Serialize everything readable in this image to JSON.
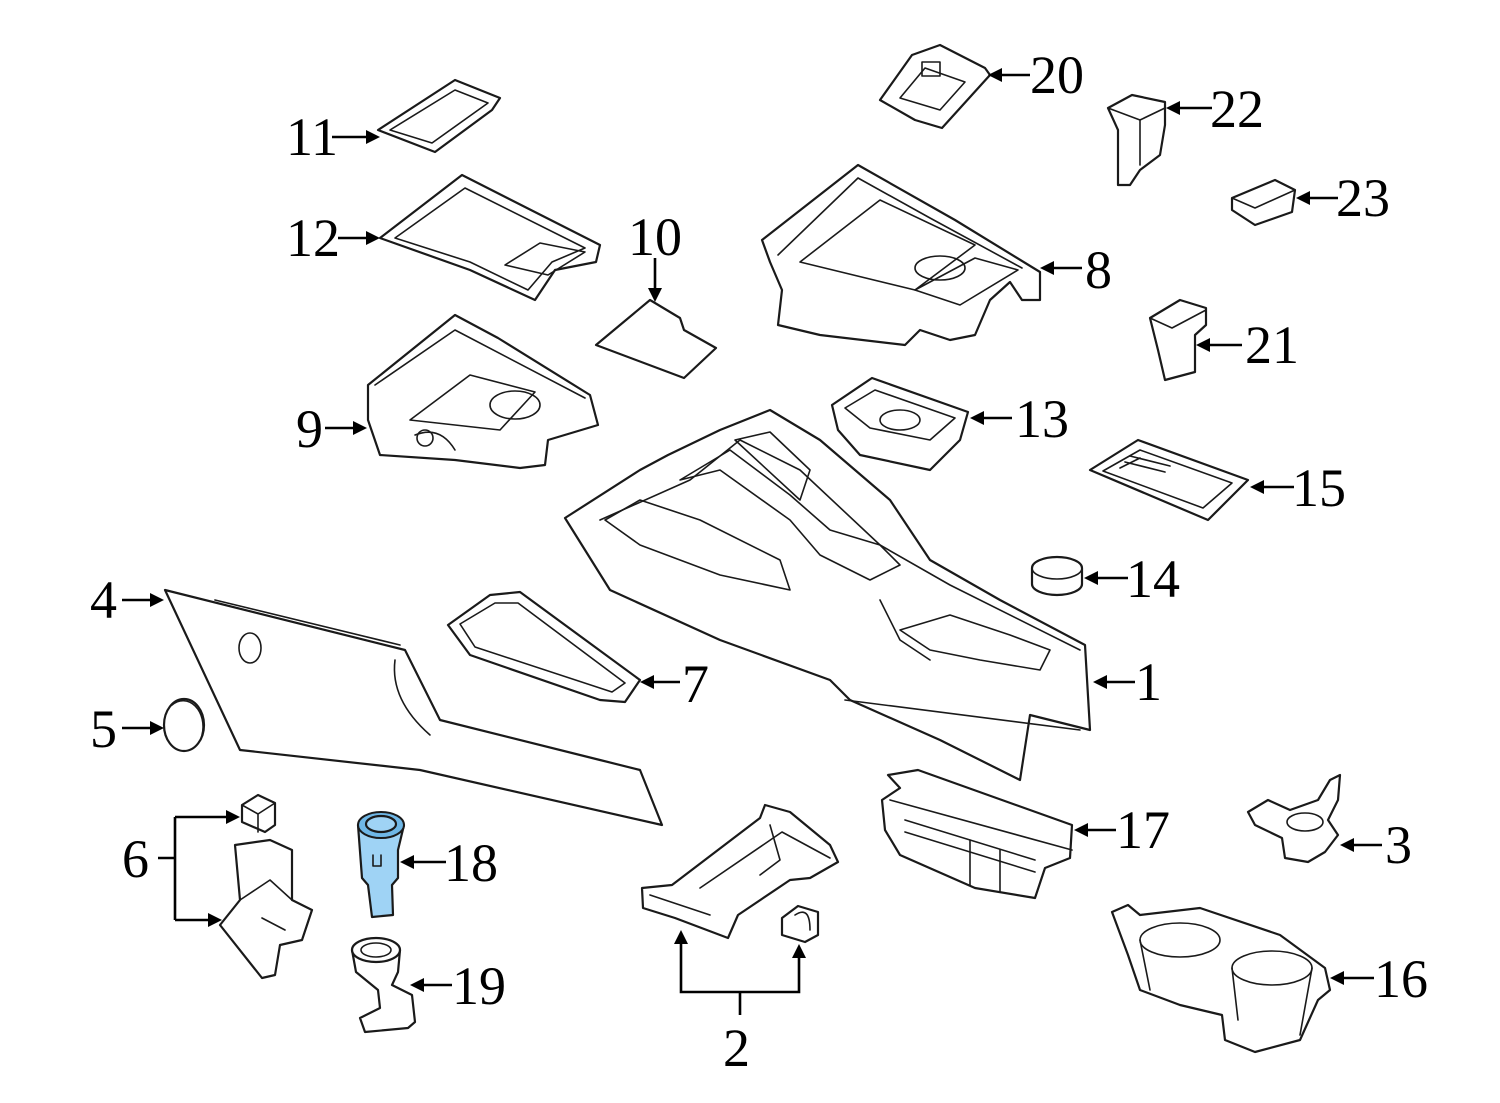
{
  "diagram": {
    "highlight_color": "#9fd3f5",
    "line_color": "#000000",
    "callouts": {
      "c1": "1",
      "c2": "2",
      "c3": "3",
      "c4": "4",
      "c5": "5",
      "c6": "6",
      "c7": "7",
      "c8": "8",
      "c9": "9",
      "c10": "10",
      "c11": "11",
      "c12": "12",
      "c13": "13",
      "c14": "14",
      "c15": "15",
      "c16": "16",
      "c17": "17",
      "c18": "18",
      "c19": "19",
      "c20": "20",
      "c21": "21",
      "c22": "22",
      "c23": "23"
    },
    "highlighted_part": "18"
  }
}
